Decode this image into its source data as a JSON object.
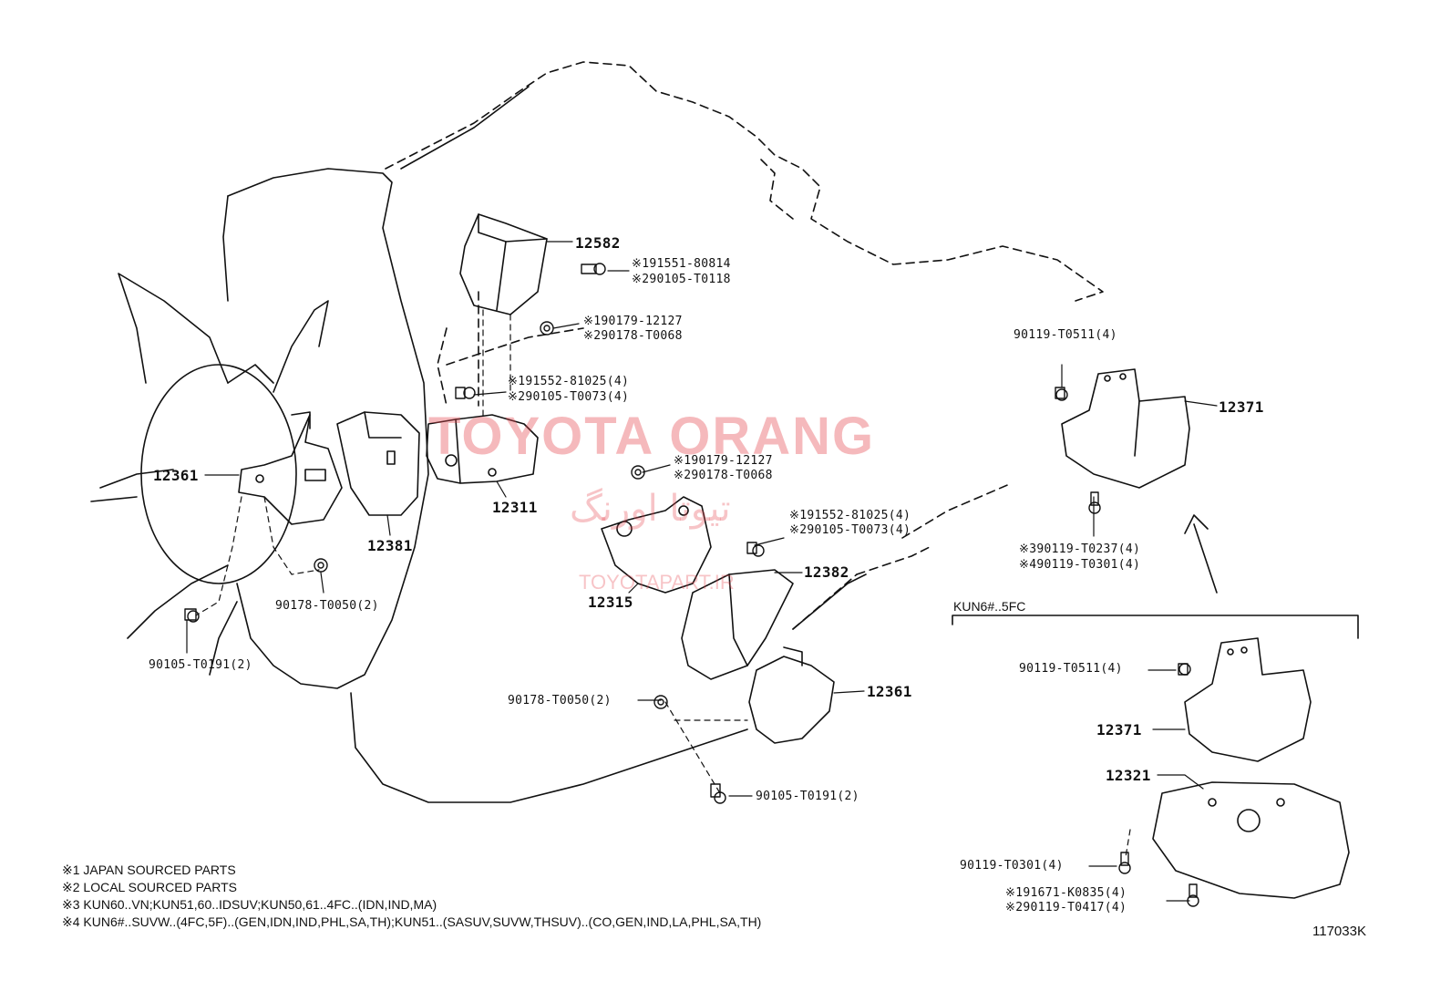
{
  "watermark": {
    "brand": "TOYOTA ORANG",
    "persian": "تیوتا اورنگ",
    "url": "TOYOTAPART.IR"
  },
  "diagram_code": "117033K",
  "variant_label": "KUN6#..5FC",
  "parts": {
    "p12582": "12582",
    "p12311": "12311",
    "p12361_left": "12361",
    "p12381": "12381",
    "p12315": "12315",
    "p12382": "12382",
    "p12361_right": "12361",
    "p12371_top": "12371",
    "p12371_bottom": "12371",
    "p12321": "12321"
  },
  "fasteners": {
    "f_bolt_12582_a": "※191551-80814",
    "f_bolt_12582_b": "※290105-T0118",
    "f_nut_top_a": "※190179-12127",
    "f_nut_top_b": "※290178-T0068",
    "f_bolt_mid_a": "※191552-81025(4)",
    "f_bolt_mid_b": "※290105-T0073(4)",
    "f_nut_mid_a": "※190179-12127",
    "f_nut_mid_b": "※290178-T0068",
    "f_bolt_right_a": "※191552-81025(4)",
    "f_bolt_right_b": "※290105-T0073(4)",
    "f_nut_left": "90178-T0050(2)",
    "f_bolt_left": "90105-T0191(2)",
    "f_nut_bottom": "90178-T0050(2)",
    "f_bolt_bottom": "90105-T0191(2)",
    "f_bolt_top_right": "90119-T0511(4)",
    "f_bolt_right_c": "※390119-T0237(4)",
    "f_bolt_right_d": "※490119-T0301(4)",
    "f_bolt_5fc": "90119-T0511(4)",
    "f_bolt_5fc_b": "90119-T0301(4)",
    "f_bolt_5fc_c": "※191671-K0835(4)",
    "f_bolt_5fc_d": "※290119-T0417(4)"
  },
  "notes": [
    "※1 JAPAN SOURCED PARTS",
    "※2 LOCAL SOURCED PARTS",
    "※3 KUN60..VN;KUN51,60..IDSUV;KUN50,61..4FC..(IDN,IND,MA)",
    "※4 KUN6#..SUVW..(4FC,5F)..(GEN,IDN,IND,PHL,SA,TH);KUN51..(SASUV,SUVW,THSUV)..(CO,GEN,IND,LA,PHL,SA,TH)"
  ]
}
